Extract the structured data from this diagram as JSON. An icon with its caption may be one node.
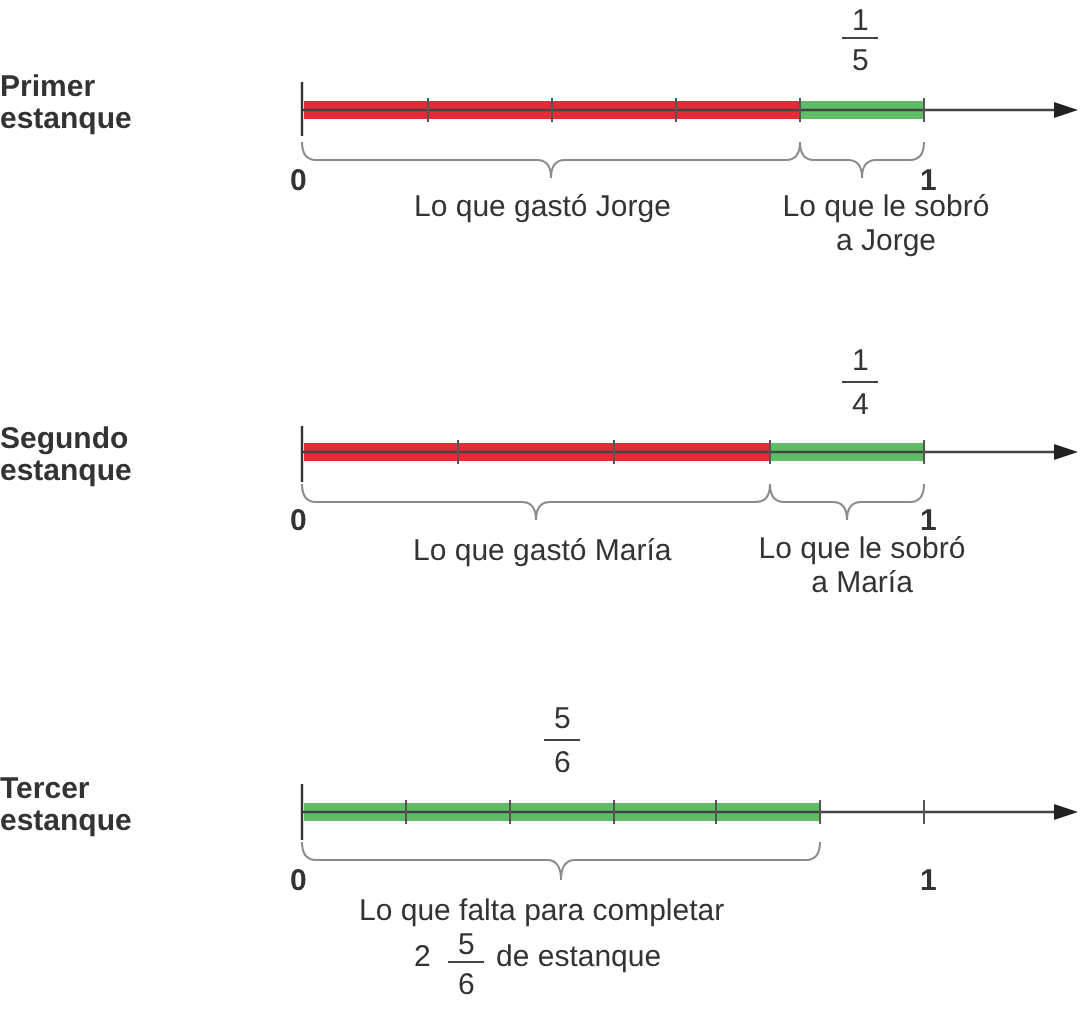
{
  "diagram": {
    "labels": [
      "1",
      "5",
      "Primer estanque",
      "0",
      "1",
      "Lo que gastó Jorge",
      "Lo que le sobró a Jorge",
      "1",
      "4",
      "Segundo estanque",
      "0",
      "1",
      "Lo que gastó María",
      "Lo que le sobró a María",
      "5",
      "6",
      "Tercer estanque",
      "0",
      "1",
      "Lo que falta para completar",
      "2",
      "5",
      "6",
      "de estanque"
    ]
  }
}
